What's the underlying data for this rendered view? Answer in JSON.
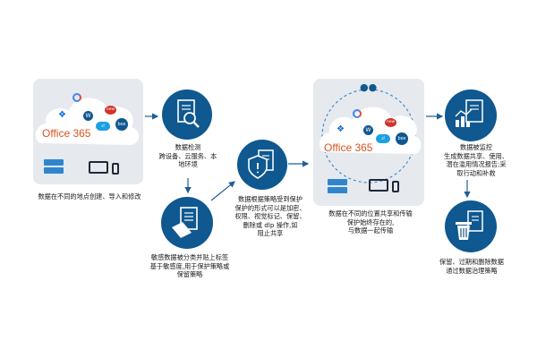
{
  "cloud_left": {
    "office_text": "Office 365",
    "icons": [
      "google-icon",
      "dropbox-icon",
      "webex-icon",
      "new-icon",
      "salesforce-icon",
      "box-icon"
    ]
  },
  "cloud_right": {
    "office_text": "Office 365",
    "icons": [
      "google-icon",
      "dropbox-icon",
      "webex-icon",
      "new-icon",
      "salesforce-icon",
      "box-icon"
    ]
  },
  "steps": {
    "create": "数据在不同的地点创建、导入和修改",
    "detect": "数据检测\n跨设备、云服务、本\n地环境",
    "classify": "敏感数据被分类并贴上标签\n基于敏感度,用于保护策略或\n保留策略",
    "protect": "数据根据策略受到保护\n保护的形式可以是加密、\n权限、视觉标记、保留、\n删除或 dlp 操作,如\n阻止共享",
    "share": "数据在不同的位置共享和传输\n保护始终存在的,\n与数据一起传输",
    "monitor": "数据被监控\n生成数据共享、使用、\n潜在滥用情况报告;采\n取行动和补救",
    "retain": "保留、过期和删除数据\n通过数据治理策略"
  },
  "colors": {
    "accent": "#0f5890",
    "box": "#e6e9ee",
    "arrow": "#1f5f95"
  }
}
